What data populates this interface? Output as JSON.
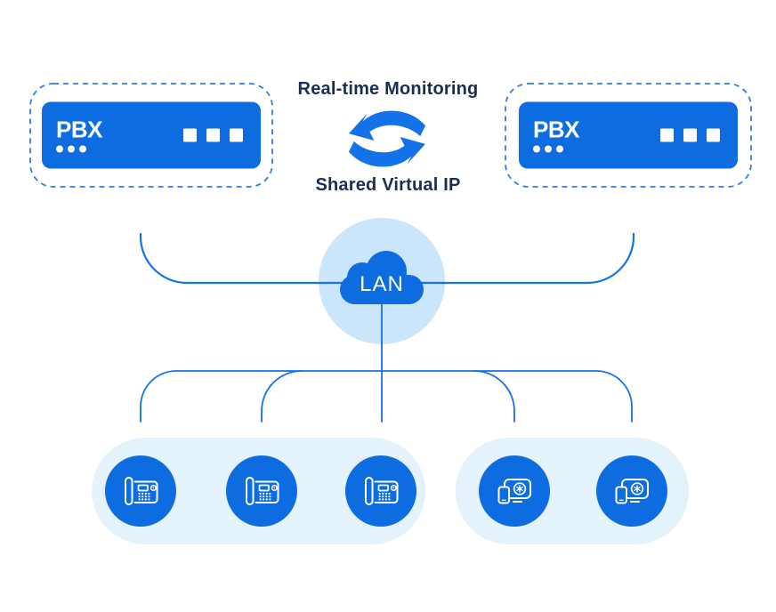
{
  "labels": {
    "monitoring": "Real-time Monitoring",
    "shared_virtual_ip": "Shared Virtual IP"
  },
  "pbx_nodes": [
    {
      "label": "PBX"
    },
    {
      "label": "PBX"
    }
  ],
  "lan": {
    "label": "LAN"
  },
  "endpoint_groups": [
    {
      "name": "desk-phones",
      "icon": "desk-phone-icon",
      "count": 3
    },
    {
      "name": "softphone-clients",
      "icon": "softphone-devices-icon",
      "count": 2
    }
  ],
  "icons": [
    "sync-arrows-icon",
    "cloud-icon",
    "desk-phone-icon",
    "softphone-devices-icon"
  ],
  "colors": {
    "primary_blue": "#0D6CE0",
    "line_blue": "#1472E8",
    "dashed_border_blue": "#2F7CE8",
    "lan_halo_blue": "#CBE5FA",
    "group_pill_blue": "#E4F2FB",
    "heading_navy": "#1B2D55",
    "icon_white": "#FFFFFF"
  }
}
